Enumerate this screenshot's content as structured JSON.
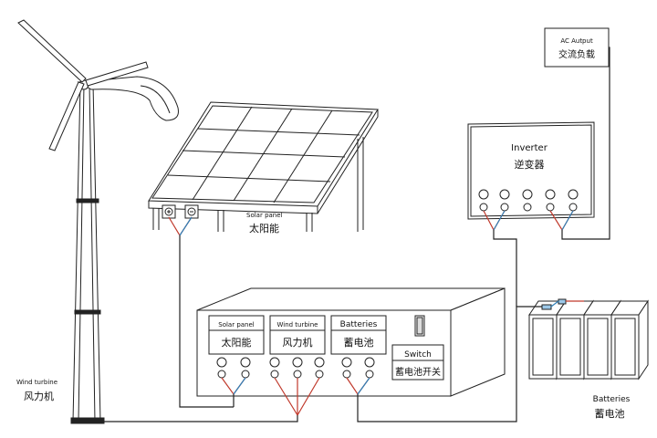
{
  "ac_output": {
    "en": "AC Autput",
    "cn": "交流负载"
  },
  "inverter": {
    "en": "Inverter",
    "cn": "逆变器"
  },
  "solar_panel": {
    "en": "Solar panel",
    "cn": "太阳能"
  },
  "wind_turbine": {
    "en": "Wind turbine",
    "cn": "风力机"
  },
  "batteries": {
    "en": "Batteries",
    "cn": "蓄电池"
  },
  "controller": {
    "solar_en": "Solar panel",
    "solar_cn": "太阳能",
    "wind_en": "Wind turbine",
    "wind_cn": "风力机",
    "batt_en": "Batteries",
    "batt_cn": "蓄电池",
    "switch_en": "Switch",
    "switch_cn": "蓄电池开关"
  },
  "colors": {
    "positive_wire": "#c0392b",
    "negative_wire": "#2e7fb8",
    "line": "#222222"
  }
}
